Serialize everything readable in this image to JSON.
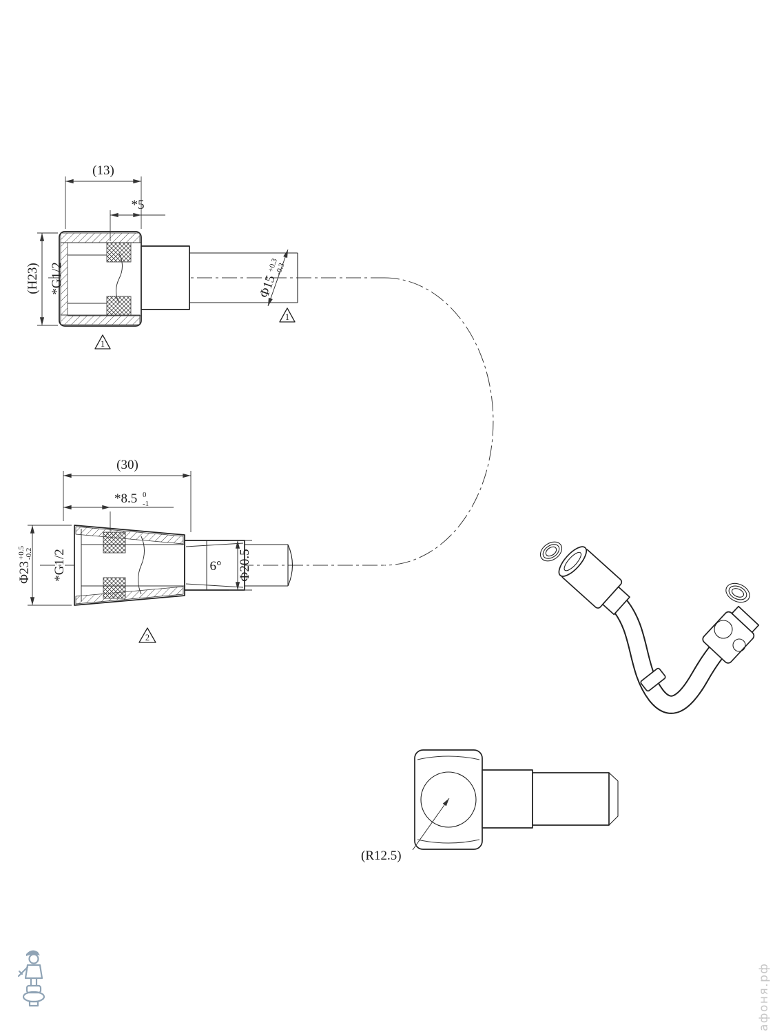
{
  "drawing": {
    "top_view": {
      "dim_width": "(13)",
      "dim_depth": "*5",
      "dim_height": "(H23)",
      "thread_label": "*G1/2",
      "dia_main": "Φ15",
      "dia_tol_upper": "+0.3",
      "dia_tol_lower": "-0.3",
      "note_marker_left": "1",
      "note_marker_right": "1"
    },
    "cone_view": {
      "dim_width": "(30)",
      "dim_depth": "*8.5",
      "dim_depth_tol_upper": "0",
      "dim_depth_tol_lower": "-1",
      "dia_outer": "Φ23",
      "dia_outer_tol_upper": "+0.5",
      "dia_outer_tol_lower": "-0.2",
      "thread_label": "*G1/2",
      "taper_angle": "6°",
      "dia_mid": "Φ20.5",
      "note_marker": "2"
    },
    "elbow_view": {
      "radius_label": "(R12.5)"
    }
  },
  "watermark": "афоня.рф",
  "colors": {
    "line": "#222222",
    "dimension": "#333333",
    "watermark": "#c7c7c7",
    "logo": "#8fa3b5"
  }
}
